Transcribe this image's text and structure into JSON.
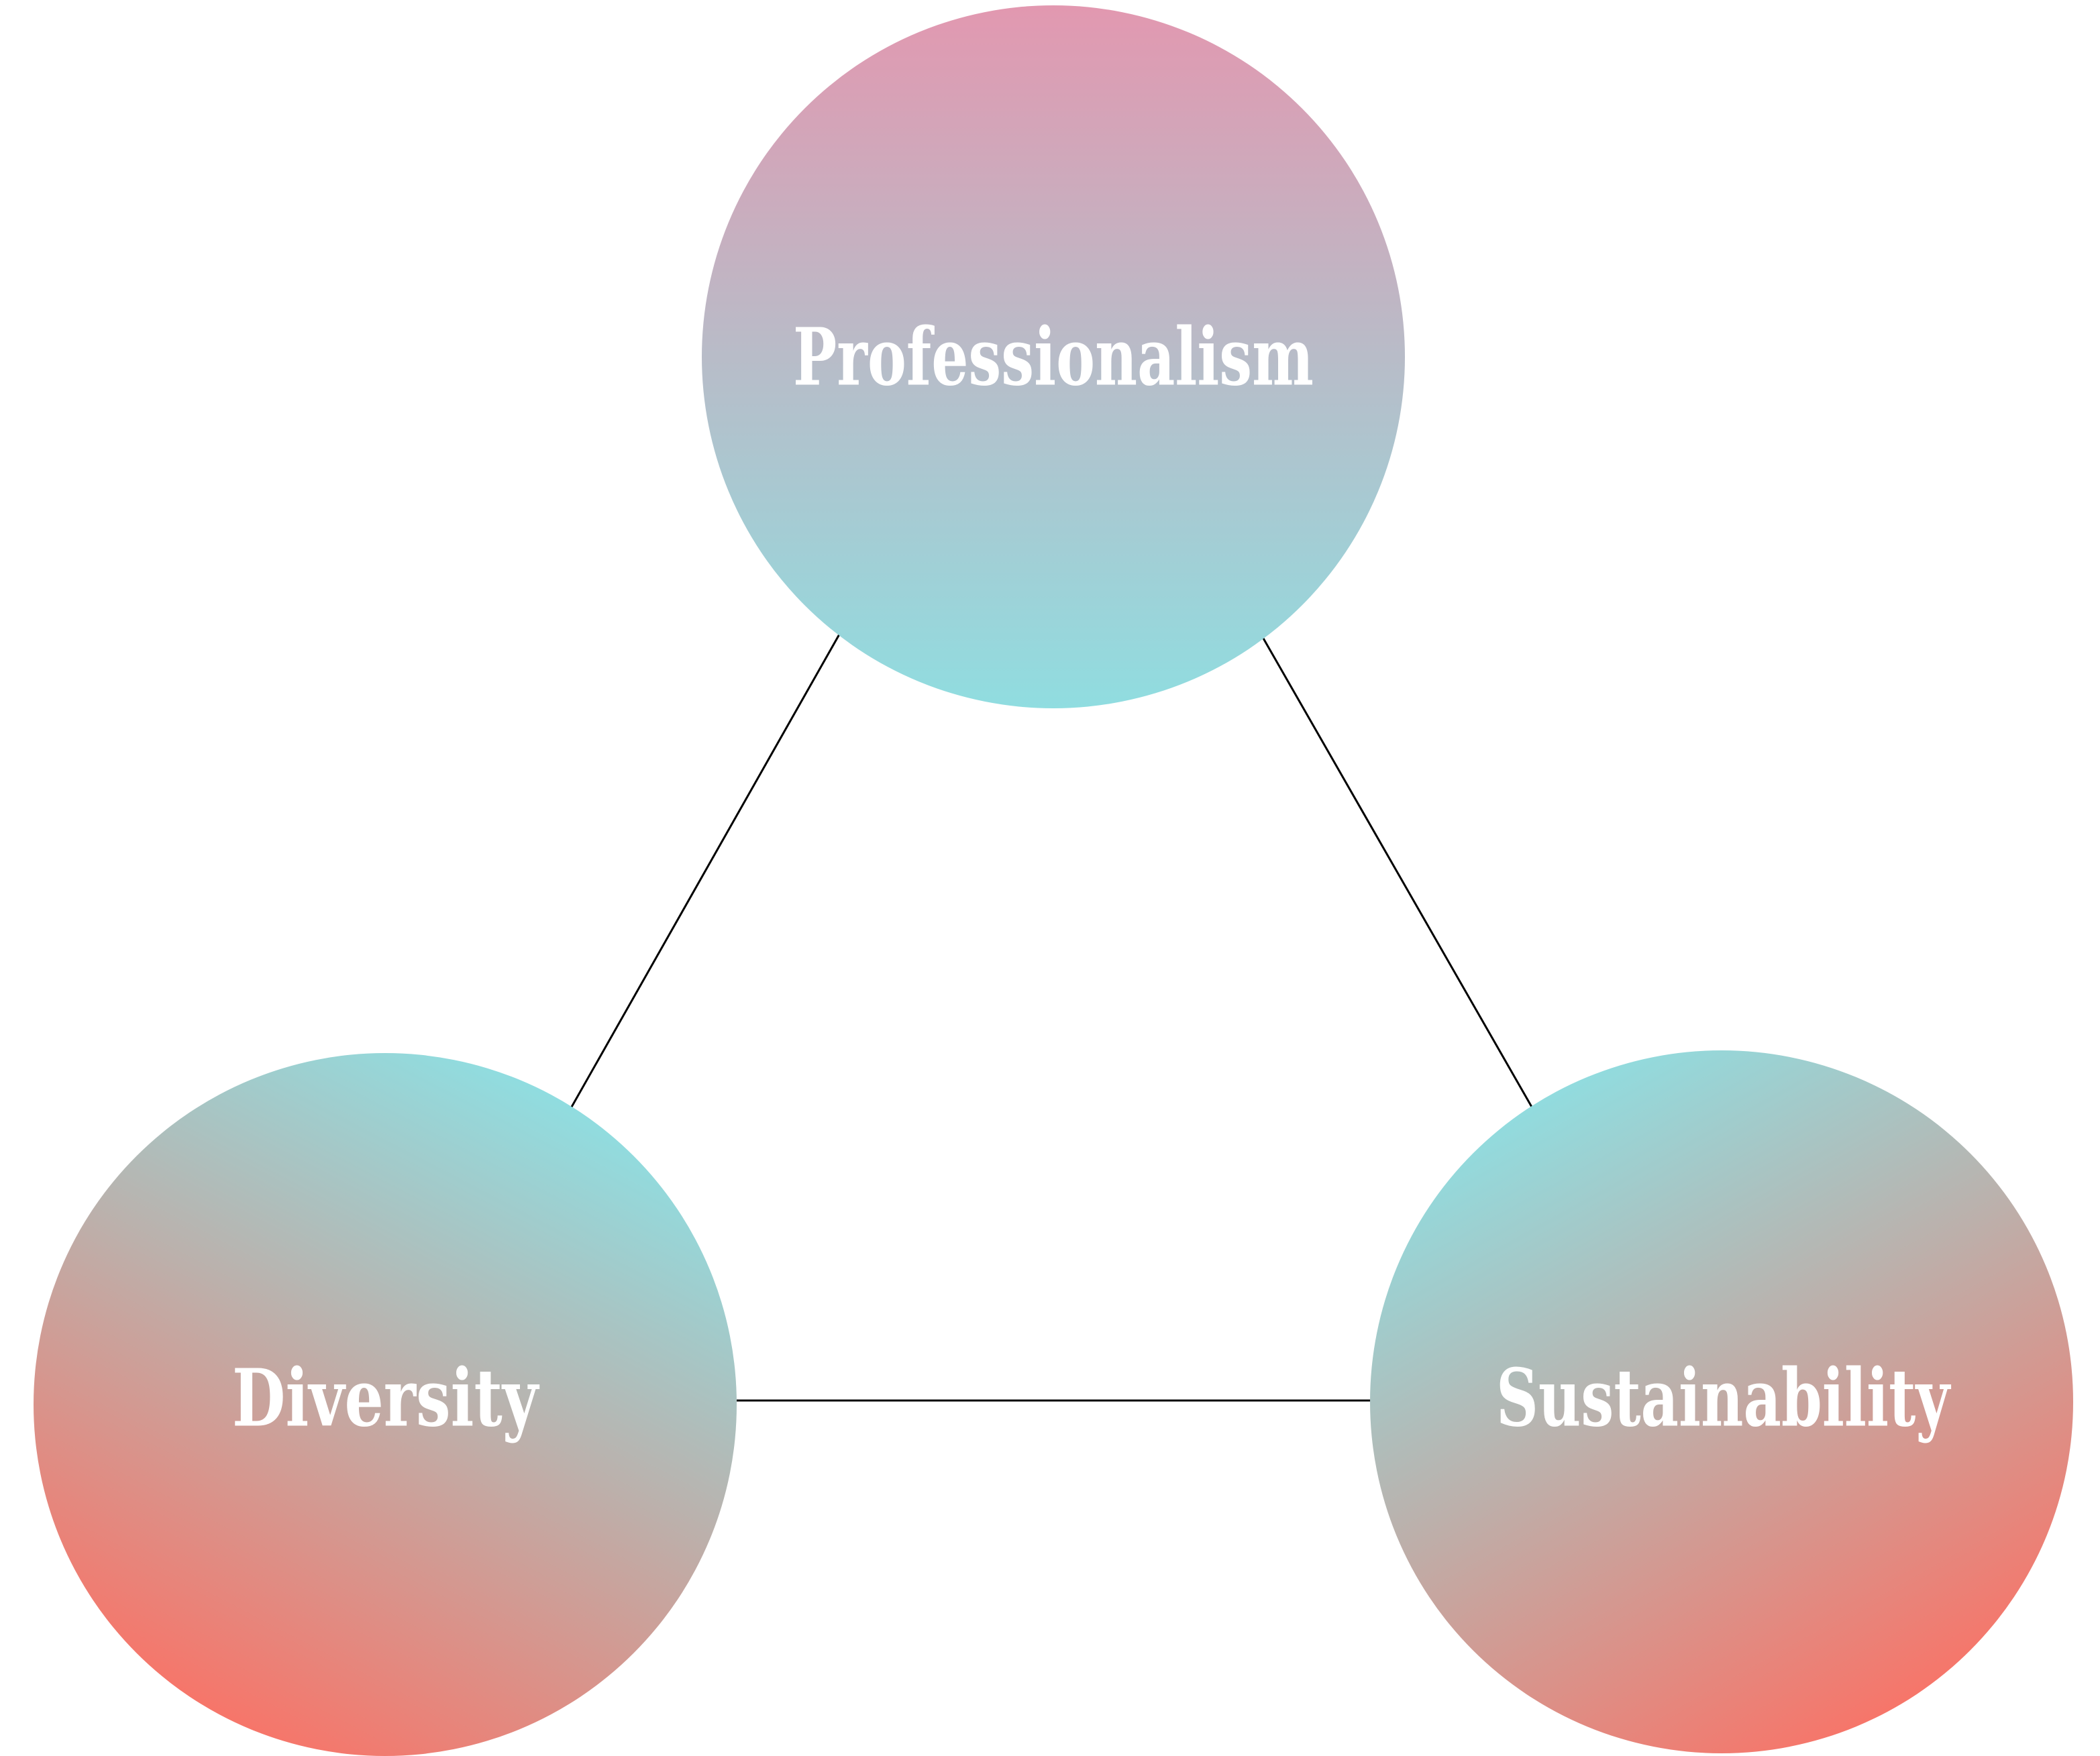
{
  "nodes": {
    "top": {
      "label": "Professionalism"
    },
    "left": {
      "label": "Diversity"
    },
    "right": {
      "label": "Sustainability"
    }
  },
  "colors": {
    "pink": "#e298b0",
    "teal": "#90dde0",
    "coral": "#f87468",
    "line": "#000000",
    "text": "#ffffff"
  }
}
